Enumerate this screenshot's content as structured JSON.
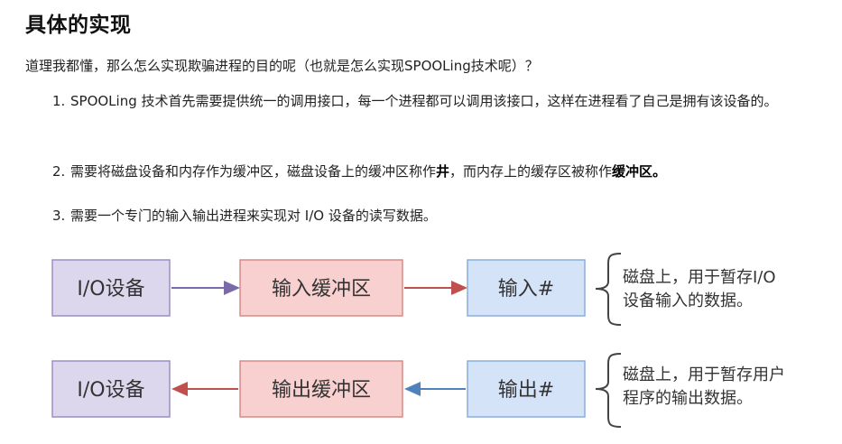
{
  "heading": "具体的实现",
  "intro": "道理我都懂，那么怎么实现欺骗进程的目的呢（也就是怎么实现SPOOLing技术呢）？",
  "list": [
    {
      "num": "1.",
      "text": "SPOOLing 技术首先需要提供统一的调用接口，每一个进程都可以调用该接口，这样在进程看了自己是拥有该设备的。"
    },
    {
      "num": "2.",
      "pre": "需要将磁盘设备和内存作为缓冲区，磁盘设备上的缓冲区称作",
      "bold1": "井",
      "mid": "，而内存上的缓存区被称作",
      "bold2": "缓冲区",
      "post": "。"
    },
    {
      "num": "3.",
      "text": "需要一个专门的输入输出进程来实现对 I/O 设备的读写数据。"
    }
  ],
  "diagram": {
    "row1": {
      "device": "I/O设备",
      "buffer": "输入缓冲区",
      "well": "输入#",
      "note_line1": "磁盘上，用于暂存I/O",
      "note_line2": "设备输入的数据。"
    },
    "row2": {
      "device": "I/O设备",
      "buffer": "输出缓冲区",
      "well": "输出#",
      "note_line1": "磁盘上，用于暂存用户",
      "note_line2": "程序的输出数据。"
    },
    "colors": {
      "device_fill": "#ddd7ee",
      "device_stroke": "#9b8ec4",
      "buffer_fill": "#f7d0cf",
      "buffer_stroke": "#d98b88",
      "well_fill": "#d4e3f7",
      "well_stroke": "#8aaed8",
      "arrow_purple": "#7a6aa8",
      "arrow_red": "#c0504d",
      "arrow_blue": "#4f81bd"
    }
  }
}
